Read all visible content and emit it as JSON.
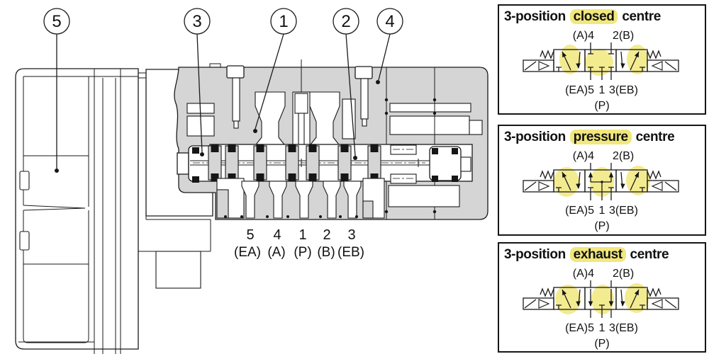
{
  "colors": {
    "body_gray": "#d5d5d5",
    "marker_yellow": "#f1e77d",
    "line": "#1a1a1a"
  },
  "cross_section": {
    "callouts": [
      "5",
      "3",
      "1",
      "2",
      "4"
    ],
    "port_numbers": [
      "5",
      "4",
      "1",
      "2",
      "3"
    ],
    "port_names": [
      "(EA)",
      "(A)",
      "(P)",
      "(B)",
      "(EB)"
    ]
  },
  "panels": [
    {
      "id": "closed",
      "title_prefix": "3-position ",
      "highlight_word": "closed",
      "title_suffix": " centre",
      "top_left": "(A)4",
      "top_right": "2(B)",
      "bottom_left": "(EA)5",
      "bottom_center": "1",
      "bottom_right": "3(EB)",
      "pressure_label": "(P)"
    },
    {
      "id": "pressure",
      "title_prefix": "3-position ",
      "highlight_word": "pressure",
      "title_suffix": " centre",
      "top_left": "(A)4",
      "top_right": "2(B)",
      "bottom_left": "(EA)5",
      "bottom_center": "1",
      "bottom_right": "3(EB)",
      "pressure_label": "(P)"
    },
    {
      "id": "exhaust",
      "title_prefix": "3-position ",
      "highlight_word": "exhaust",
      "title_suffix": " centre",
      "top_left": "(A)4",
      "top_right": "2(B)",
      "bottom_left": "(EA)5",
      "bottom_center": "1",
      "bottom_right": "3(EB)",
      "pressure_label": "(P)"
    }
  ]
}
